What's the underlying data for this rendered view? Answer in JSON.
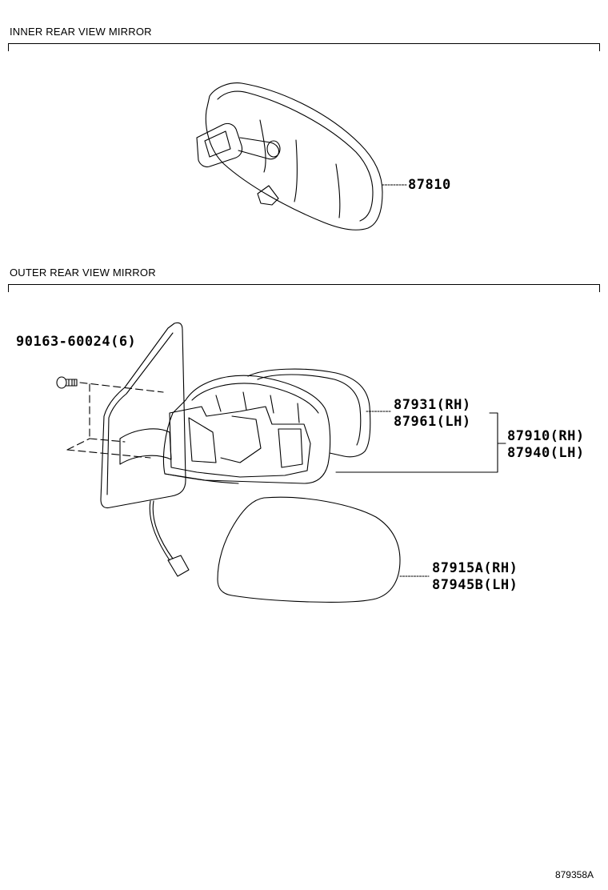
{
  "sections": {
    "inner": {
      "title": "INNER REAR VIEW MIRROR"
    },
    "outer": {
      "title": "OUTER REAR VIEW MIRROR"
    }
  },
  "parts": {
    "inner_mirror": "87810",
    "screw": "90163-60024(6)",
    "cover_rh": "87931(RH)",
    "cover_lh": "87961(LH)",
    "assy_rh": "87910(RH)",
    "assy_lh": "87940(LH)",
    "glass_rh": "87915A(RH)",
    "glass_lh": "87945B(LH)"
  },
  "catalog_code": "879358A"
}
